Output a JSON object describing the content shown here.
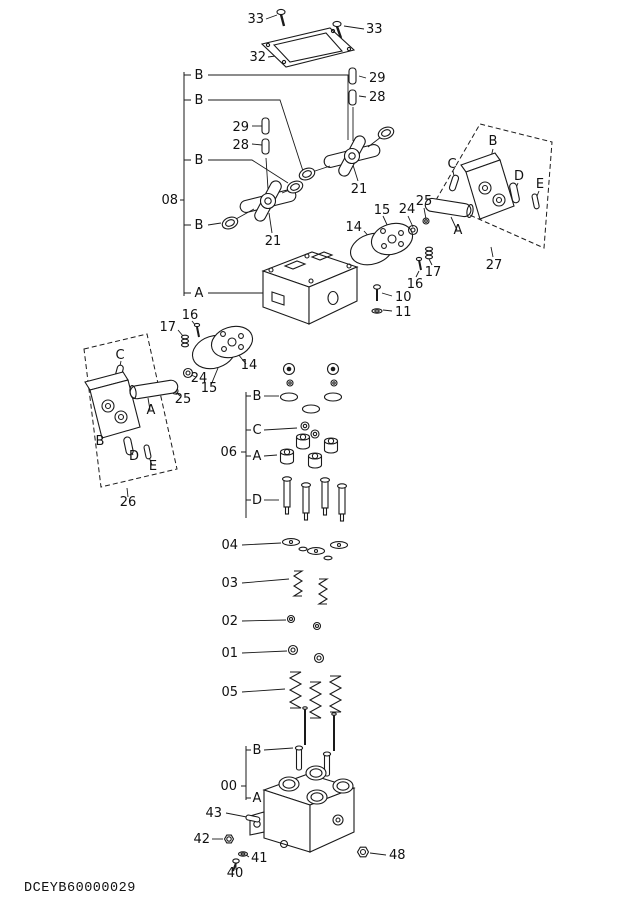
{
  "figure": {
    "code": "DCEYB60000029",
    "callouts": {
      "c33a": "33",
      "c33b": "33",
      "c32": "32",
      "c29a": "29",
      "c28a": "28",
      "c29b": "29",
      "c28b": "28",
      "cB1": "B",
      "cB2": "B",
      "cB3": "B",
      "cB4": "B",
      "cA1": "A",
      "c08": "08",
      "c21a": "21",
      "c21b": "21",
      "c14r": "14",
      "c15r": "15",
      "c24r": "24",
      "c25r": "25",
      "c16r": "16",
      "c17r": "17",
      "c10": "10",
      "c11": "11",
      "cBr": "B",
      "cCr": "C",
      "cDr": "D",
      "cEr": "E",
      "cAr": "A",
      "c27": "27",
      "c17l": "17",
      "c16l": "16",
      "c14l": "14",
      "c15l": "15",
      "c24l": "24",
      "c25l": "25",
      "cCl": "C",
      "cAl": "A",
      "cBl": "B",
      "cDl": "D",
      "cEl": "E",
      "c26": "26",
      "cB06": "B",
      "cC06": "C",
      "cA06": "A",
      "cD06": "D",
      "c06": "06",
      "c04": "04",
      "c03": "03",
      "c02": "02",
      "c01": "01",
      "c05": "05",
      "cB00": "B",
      "c00": "00",
      "cA00": "A",
      "c43": "43",
      "c42": "42",
      "c41": "41",
      "c40": "40",
      "c48": "48"
    }
  }
}
